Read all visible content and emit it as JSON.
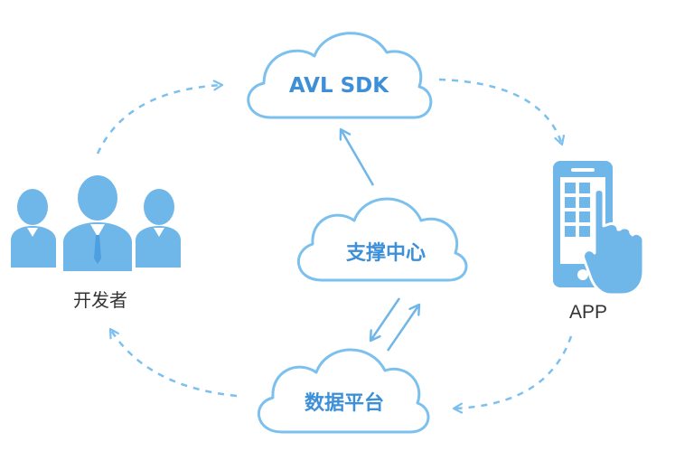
{
  "nodes": {
    "sdk": {
      "label": "AVL SDK"
    },
    "support": {
      "label": "支撑中心"
    },
    "data_platform": {
      "label": "数据平台"
    },
    "developer": {
      "label": "开发者",
      "icon": "people-group-icon"
    },
    "app": {
      "label": "APP",
      "icon": "phone-touch-icon"
    }
  },
  "colors": {
    "stroke": "#7cc0ee",
    "fill": "#6fb6e9",
    "text_accent": "#3d8fd8",
    "text_plain": "#333333"
  }
}
